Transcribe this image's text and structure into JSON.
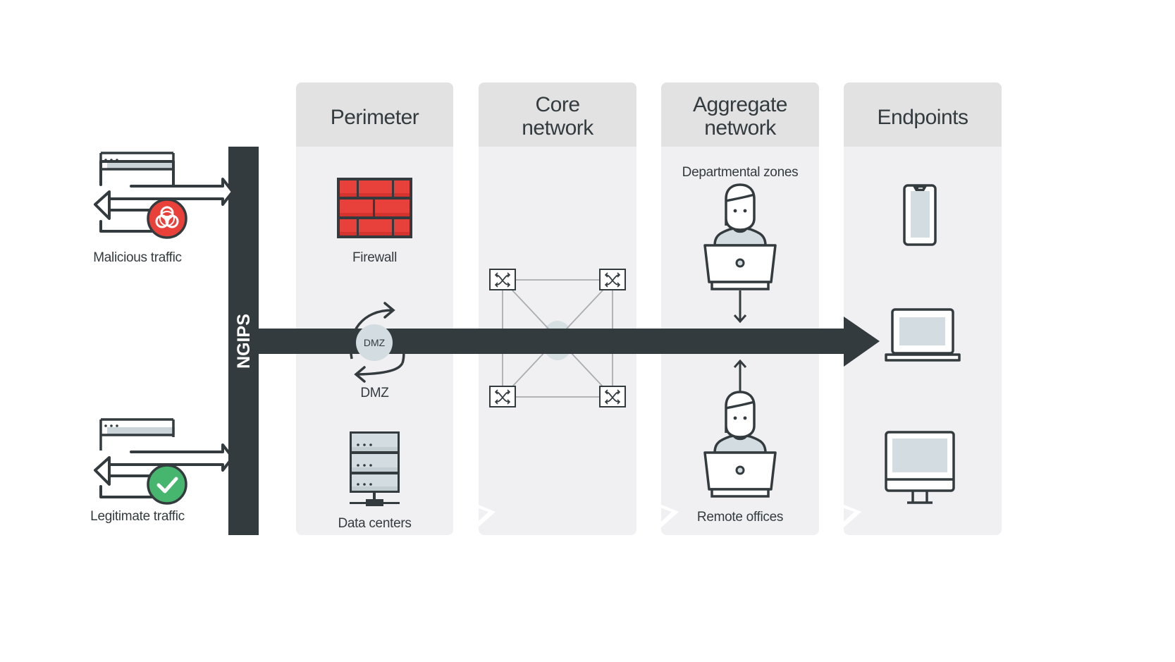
{
  "diagram": {
    "title": "NGIPS deployment across network zones",
    "colors": {
      "dark": "#343b3f",
      "column_bg": "#f0f0f2",
      "column_header": "#e2e2e3",
      "accent_light": "#d3dde1",
      "malicious_red": "#e9413a",
      "legit_green": "#46b56d",
      "firewall_red": "#e8403a"
    },
    "ngips": {
      "label": "NGIPS"
    },
    "traffic": [
      {
        "label": "Malicious traffic",
        "status_icon": "biohazard-icon"
      },
      {
        "label": "Legitimate traffic",
        "status_icon": "checkmark-icon"
      }
    ],
    "columns": [
      {
        "id": "perimeter",
        "header": [
          "Perimeter"
        ],
        "items": [
          {
            "label": "Firewall",
            "icon": "firewall-icon"
          },
          {
            "label": "DMZ",
            "icon": "dmz-cycle-icon",
            "badge": "DMZ"
          },
          {
            "label": "Data centers",
            "icon": "server-rack-icon"
          }
        ]
      },
      {
        "id": "core-network",
        "header": [
          "Core",
          "network"
        ],
        "items": [
          {
            "label": "",
            "icon": "switch-mesh-icon"
          }
        ]
      },
      {
        "id": "aggregate-network",
        "header": [
          "Aggregate",
          "network"
        ],
        "items": [
          {
            "label": "Departmental zones",
            "icon": "user-laptop-icon"
          },
          {
            "label": "Remote offices",
            "icon": "user-laptop-icon"
          }
        ]
      },
      {
        "id": "endpoints",
        "header": [
          "Endpoints"
        ],
        "items": [
          {
            "label": "",
            "icon": "smartphone-icon"
          },
          {
            "label": "",
            "icon": "laptop-icon"
          },
          {
            "label": "",
            "icon": "desktop-monitor-icon"
          }
        ]
      }
    ]
  }
}
